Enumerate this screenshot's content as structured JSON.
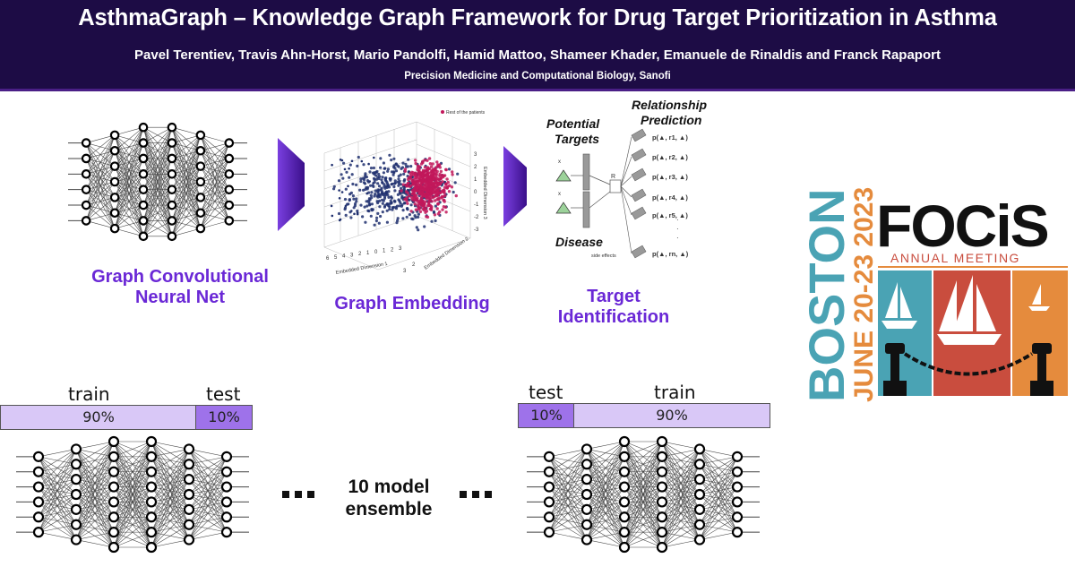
{
  "banner": {
    "title": "AsthmaGraph – Knowledge Graph Framework for Drug Target Prioritization in Asthma",
    "authors": "Pavel Terentiev, Travis Ahn-Horst, Mario Pandolfi, Hamid Mattoo, Shameer Khader, Emanuele de Rinaldis and Franck Rapaport",
    "affiliation": "Precision Medicine and Computational Biology, Sanofi",
    "background_color": "#1d0c45"
  },
  "pipeline": {
    "accent_color": "#6a28d6",
    "gcn_caption_line1": "Graph Convolutional",
    "gcn_caption_line2": "Neural Net",
    "embedding_caption": "Graph Embedding",
    "target_caption_line1": "Target",
    "target_caption_line2": "Identification",
    "embedding_plot": {
      "legend": "Rest of the patients",
      "xlabel": "Embedded Dimension 1",
      "ylabel": "Embedded Dimension 2",
      "zlabel": "Embedded Dimension 3",
      "ticks_dim1": [
        "6",
        "5",
        "4",
        "3",
        "2",
        "1",
        "0",
        "1",
        "2",
        "3"
      ],
      "ticks_dim2": [
        "2",
        "3"
      ],
      "ticks_dim3": [
        "3",
        "2",
        "1",
        "0",
        "-1",
        "-2",
        "-3"
      ]
    },
    "target_diagram": {
      "potential_targets_line1": "Potential",
      "potential_targets_line2": "Targets",
      "relationship_line1": "Relationship",
      "relationship_line2": "Prediction",
      "disease": "Disease",
      "side_effects": "side effects",
      "R": "R",
      "preds": [
        "p(▲, r1, ▲)",
        "p(▲, r2, ▲)",
        "p(▲, r3, ▲)",
        "p(▲, r4, ▲)",
        "p(▲, r5, ▲)",
        "p(▲, rn, ▲)"
      ]
    }
  },
  "ensemble": {
    "left": {
      "train_label": "train",
      "test_label": "test",
      "train_pct": "90%",
      "test_pct": "10%"
    },
    "right": {
      "test_label": "test",
      "train_label": "train",
      "test_pct": "10%",
      "train_pct": "90%"
    },
    "center_line1": "10 model",
    "center_line2": "ensemble",
    "dots": "...",
    "bar_light_color": "#d9c8f7",
    "bar_dark_color": "#9e72ea"
  },
  "focis_logo": {
    "city": "BOSTON",
    "dates": "JUNE 20-23 2023",
    "org": "FOCiS",
    "subtitle": "ANNUAL MEETING",
    "teal": "#4aa3b4",
    "orange": "#e58b3d",
    "red": "#c94d3e"
  }
}
